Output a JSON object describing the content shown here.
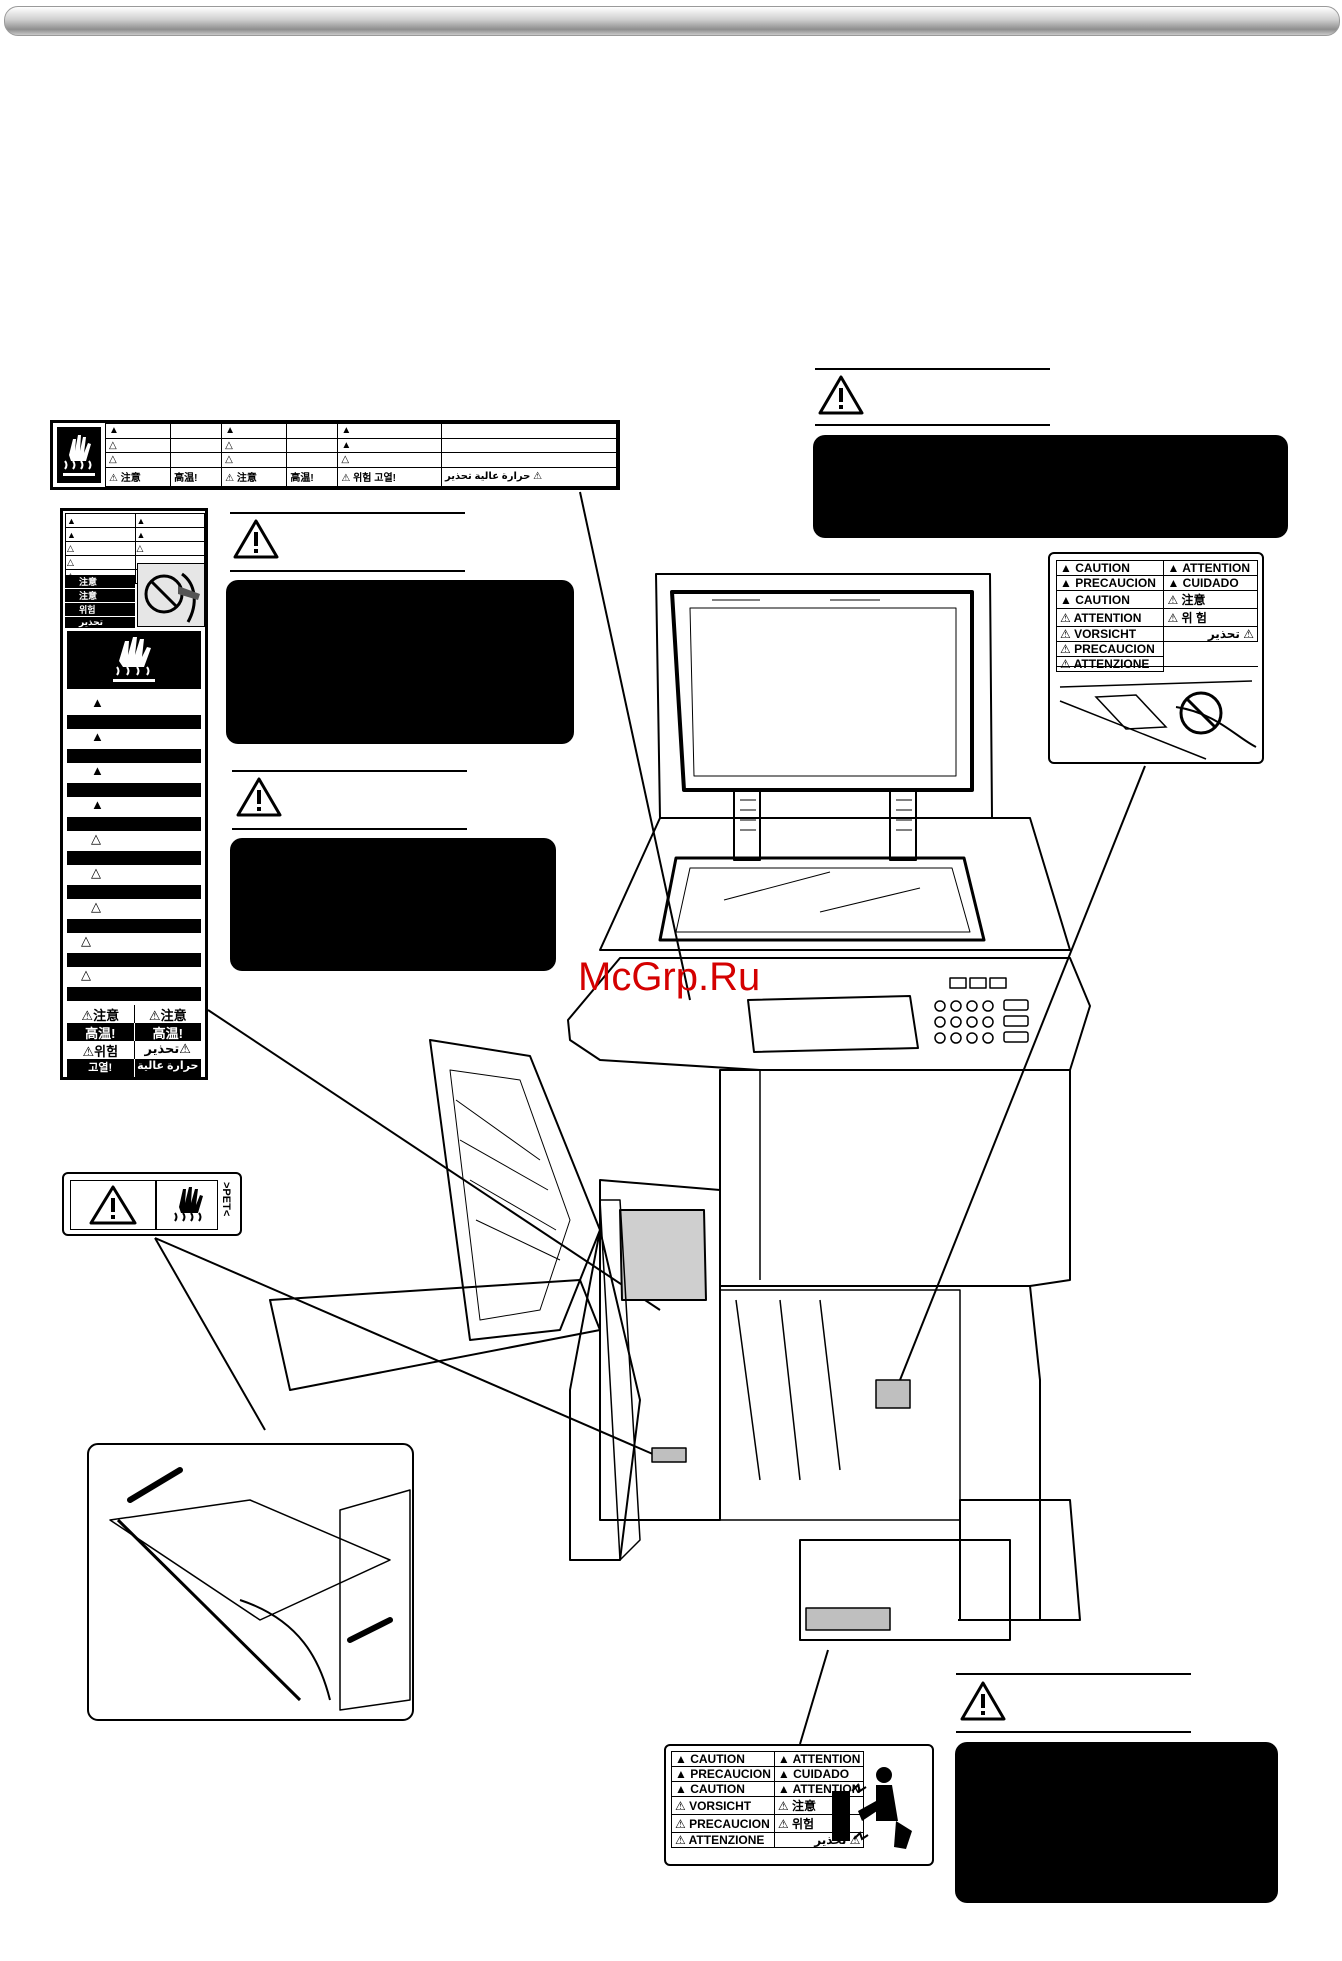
{
  "watermark": "McGrp.Ru",
  "top_hot_label": {
    "row4": [
      "注意",
      "高温!",
      "注意",
      "高温!",
      "위험",
      "고열!",
      "حرارة عالية",
      "تحذير"
    ]
  },
  "left_tall_label": {
    "bottom": [
      "注意",
      "注意",
      "高温!",
      "高温!",
      "위험",
      "تحذير",
      "고열!",
      "حرارة عالية"
    ],
    "mini": [
      "注意",
      "注意",
      "위험",
      "تحذير"
    ]
  },
  "pet_label": {
    "text": ">PET<"
  },
  "corner_label": {
    "rows": [
      [
        "CAUTION",
        "ATTENTION"
      ],
      [
        "PRECAUCION",
        "CUIDADO"
      ],
      [
        "CAUTION",
        "注意"
      ],
      [
        "ATTENTION",
        "위 험"
      ],
      [
        "VORSICHT",
        "تحذير"
      ],
      [
        "PRECAUCION",
        ""
      ],
      [
        "ATTENZIONE",
        ""
      ]
    ]
  },
  "bottom_label": {
    "rows": [
      [
        "CAUTION",
        "ATTENTION"
      ],
      [
        "PRECAUCION",
        "CUIDADO"
      ],
      [
        "CAUTION",
        "ATTENTION"
      ],
      [
        "VORSICHT",
        "注意"
      ],
      [
        "PRECAUCION",
        "위험"
      ],
      [
        "ATTENZIONE",
        "تحذير"
      ]
    ]
  },
  "icons": {
    "warning": "warning-triangle-icon",
    "hot": "hot-surface-icon",
    "pinch": "pinch-hazard-icon"
  },
  "colors": {
    "watermark": "#d40000",
    "block": "#000000"
  }
}
